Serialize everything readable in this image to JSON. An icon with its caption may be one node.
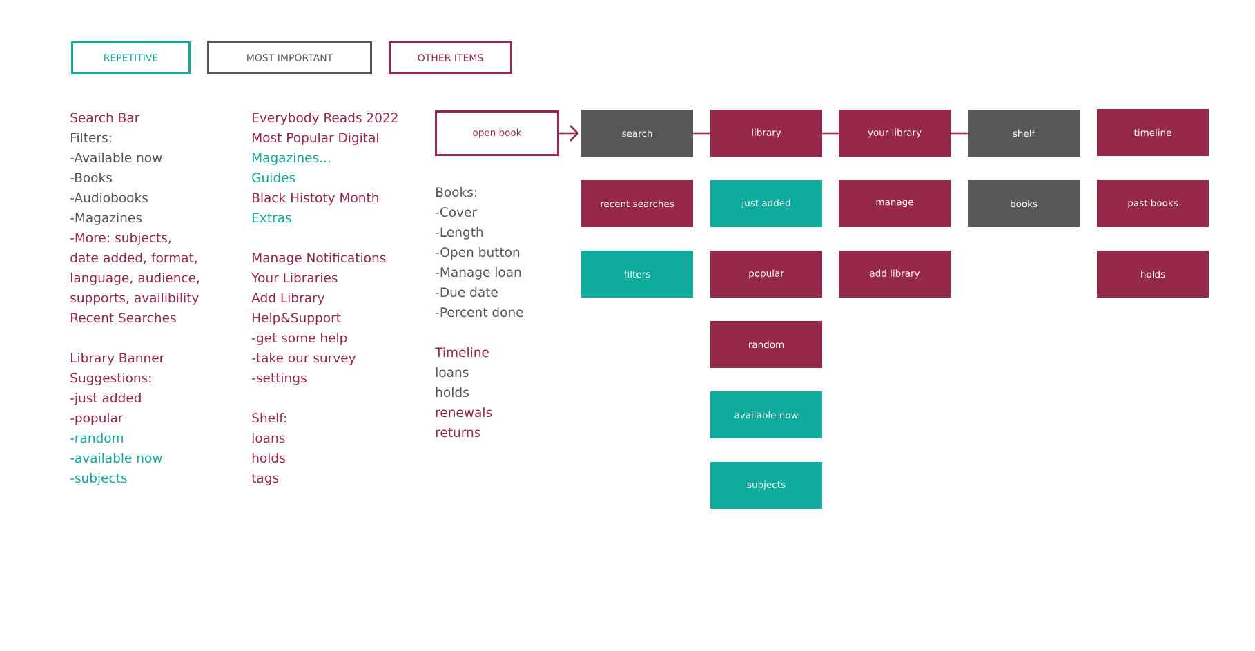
{
  "diagram": {
    "nodes": [
      {
        "text": [
          "open book"
        ]
      },
      {
        "text": [
          "search"
        ]
      },
      {
        "text": [
          "library"
        ]
      },
      {
        "text": [
          "your library"
        ]
      },
      {
        "text": [
          "shelf"
        ]
      },
      {
        "text": [
          "timeline"
        ]
      },
      {
        "text": [
          "recent searches"
        ]
      },
      {
        "text": [
          "just added"
        ]
      },
      {
        "text": [
          "manage"
        ]
      },
      {
        "text": [
          "books"
        ]
      },
      {
        "text": [
          "past books"
        ]
      },
      {
        "text": [
          "filters"
        ]
      },
      {
        "text": [
          "popular"
        ]
      },
      {
        "text": [
          "add library"
        ]
      },
      {
        "text": [
          "holds"
        ]
      },
      {
        "text": [
          "random"
        ]
      },
      {
        "text": [
          "available now"
        ]
      },
      {
        "text": [
          "subjects"
        ]
      }
    ],
    "edges": [
      {
        "from": 0,
        "to": 1,
        "arrow": "to"
      },
      {
        "from": 1,
        "to": 2,
        "arrow": "none"
      },
      {
        "from": 2,
        "to": 3,
        "arrow": "none"
      },
      {
        "from": 3,
        "to": 4,
        "arrow": "none"
      }
    ],
    "labels": [
      "Search Bar",
      "Filters:",
      "-Available now",
      "-Books",
      "-Audiobooks",
      "-Magazines",
      "-More: subjects, date added, format, language, audience, supports, availibility",
      "Recent Searches",
      "Library Banner",
      "Suggestions:",
      "-just added",
      "-popular",
      "-random",
      "-available now",
      "-subjects",
      "Everybody Reads 2022",
      "Most Popular Digital",
      "Magazines...",
      "Guides",
      "Black Histoty Month",
      "Extras",
      "Manage Notifications",
      "Your Libraries",
      "Add Library",
      "Help&Support",
      "-get some help",
      "-take our survey",
      "-settings",
      "Shelf:",
      "loans",
      "holds",
      "tags",
      "Books:",
      "-Cover",
      "-Length",
      "-Open button",
      "-Manage loan",
      "-Due date",
      "-Percent done",
      "Timeline",
      "loans",
      "holds",
      "renewals",
      "returns"
    ],
    "legend": [
      {
        "text": "REPETITIVE",
        "color": "#0fab9d"
      },
      {
        "text": "MOST IMPORTANT",
        "color": "#575757"
      },
      {
        "text": "OTHER ITEMS",
        "color": "#96294a"
      }
    ]
  }
}
